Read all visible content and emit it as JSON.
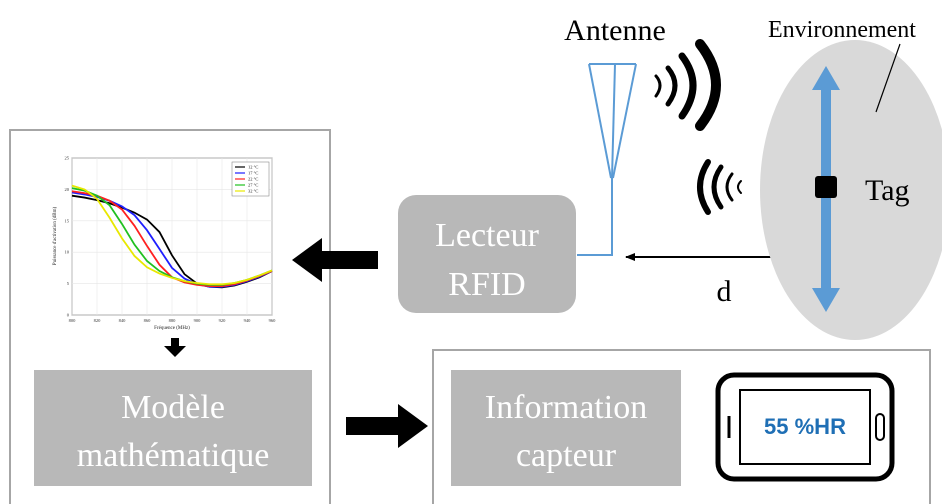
{
  "labels": {
    "antenna": "Antenne",
    "environment": "Environnement",
    "tag": "Tag",
    "distance": "d",
    "reader_line1": "Lecteur",
    "reader_line2": "RFID",
    "model_line1": "Modèle",
    "model_line2": "mathématique",
    "info_line1": "Information",
    "info_line2": "capteur",
    "phone_reading": "55 %HR"
  },
  "colors": {
    "gray_box": "#b8b8b8",
    "box_text": "#ffffff",
    "antenna_blue": "#5b9bd5",
    "tag_blue": "#5b9bd5",
    "ellipse_fill": "#d9d9d9",
    "phone_text": "#1f6fb5",
    "frame": "#a6a6a6"
  },
  "chart_data": {
    "type": "line",
    "xlabel": "Fréquence (MHz)",
    "ylabel": "Puissance d'activation (dBm)",
    "xlim": [
      800,
      960
    ],
    "ylim": [
      0,
      25
    ],
    "x_ticks": [
      "800",
      "820",
      "840",
      "860",
      "880",
      "900",
      "920",
      "940",
      "960"
    ],
    "y_ticks": [
      "0",
      "5",
      "10",
      "15",
      "20",
      "25"
    ],
    "legend_position": "top-right",
    "x": [
      800,
      810,
      820,
      830,
      840,
      850,
      860,
      870,
      880,
      890,
      900,
      910,
      920,
      930,
      940,
      950,
      960
    ],
    "series": [
      {
        "name": "12 °C",
        "color": "#000000",
        "values": [
          19.0,
          18.7,
          18.3,
          17.8,
          17.1,
          16.3,
          15.2,
          13.2,
          9.5,
          6.5,
          5.0,
          4.5,
          4.4,
          4.7,
          5.3,
          6.0,
          7.0
        ]
      },
      {
        "name": "17 °C",
        "color": "#1f1fff",
        "values": [
          19.5,
          19.2,
          18.8,
          18.2,
          17.3,
          15.9,
          13.5,
          10.5,
          7.5,
          5.8,
          4.9,
          4.5,
          4.5,
          4.8,
          5.4,
          6.1,
          7.0
        ]
      },
      {
        "name": "22 °C",
        "color": "#ff2020",
        "values": [
          19.7,
          19.4,
          19.0,
          18.2,
          16.8,
          14.2,
          11.0,
          8.0,
          6.0,
          5.2,
          4.8,
          4.6,
          4.6,
          4.9,
          5.5,
          6.2,
          7.0
        ]
      },
      {
        "name": "27 °C",
        "color": "#20c020",
        "values": [
          20.2,
          19.8,
          19.0,
          17.5,
          14.5,
          11.2,
          8.6,
          7.0,
          6.0,
          5.4,
          5.0,
          4.8,
          4.8,
          5.1,
          5.6,
          6.3,
          7.1
        ]
      },
      {
        "name": "32 °C",
        "color": "#e8e800",
        "values": [
          20.6,
          20.0,
          18.5,
          15.5,
          12.2,
          9.4,
          7.6,
          6.6,
          5.9,
          5.4,
          5.1,
          4.9,
          4.9,
          5.1,
          5.6,
          6.3,
          7.1
        ]
      }
    ]
  }
}
